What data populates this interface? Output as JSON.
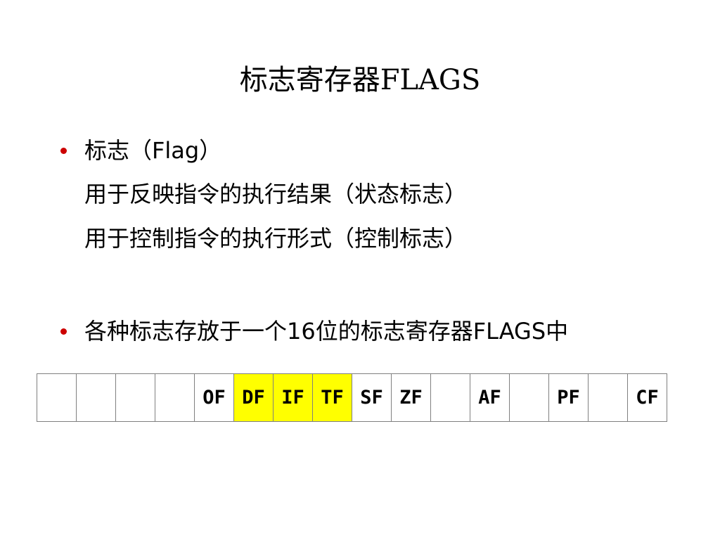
{
  "slide": {
    "title": "标志寄存器FLAGS",
    "bullet_color": "#cc0000",
    "highlight_color": "#ffff00"
  },
  "bullets": [
    {
      "text": "标志（Flag）",
      "sub_lines": [
        "用于反映指令的执行结果（状态标志）",
        "用于控制指令的执行形式（控制标志）"
      ]
    },
    {
      "text": "各种标志存放于一个16位的标志寄存器FLAGS中"
    }
  ],
  "flags_register": {
    "bits": [
      {
        "label": "",
        "highlighted": false
      },
      {
        "label": "",
        "highlighted": false
      },
      {
        "label": "",
        "highlighted": false
      },
      {
        "label": "",
        "highlighted": false
      },
      {
        "label": "OF",
        "highlighted": false
      },
      {
        "label": "DF",
        "highlighted": true
      },
      {
        "label": "IF",
        "highlighted": true
      },
      {
        "label": "TF",
        "highlighted": true
      },
      {
        "label": "SF",
        "highlighted": false
      },
      {
        "label": "ZF",
        "highlighted": false
      },
      {
        "label": "",
        "highlighted": false
      },
      {
        "label": "AF",
        "highlighted": false
      },
      {
        "label": "",
        "highlighted": false
      },
      {
        "label": "PF",
        "highlighted": false
      },
      {
        "label": "",
        "highlighted": false
      },
      {
        "label": "CF",
        "highlighted": false
      }
    ]
  }
}
